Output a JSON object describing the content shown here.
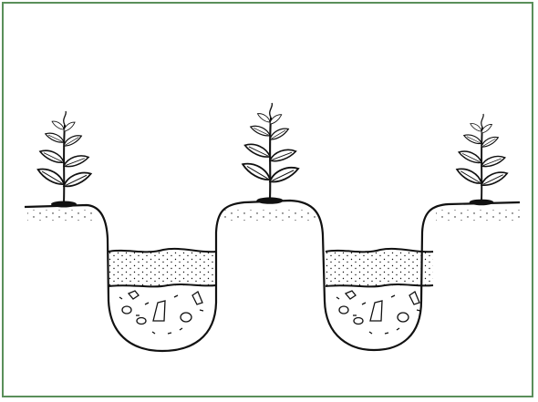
{
  "colors": {
    "frame": "#5a8f5a",
    "ink": "#111111",
    "background": "#ffffff"
  },
  "diagram": {
    "plants": [
      {
        "id": "left",
        "icon": "plant-seedling-icon"
      },
      {
        "id": "middle",
        "icon": "plant-seedling-icon"
      },
      {
        "id": "right",
        "icon": "plant-seedling-icon"
      }
    ],
    "pits": [
      {
        "id": "left",
        "layers": [
          "dotted-sand-layer",
          "gravel-stone-layer"
        ]
      },
      {
        "id": "right",
        "layers": [
          "dotted-sand-layer",
          "gravel-stone-layer"
        ]
      }
    ]
  }
}
